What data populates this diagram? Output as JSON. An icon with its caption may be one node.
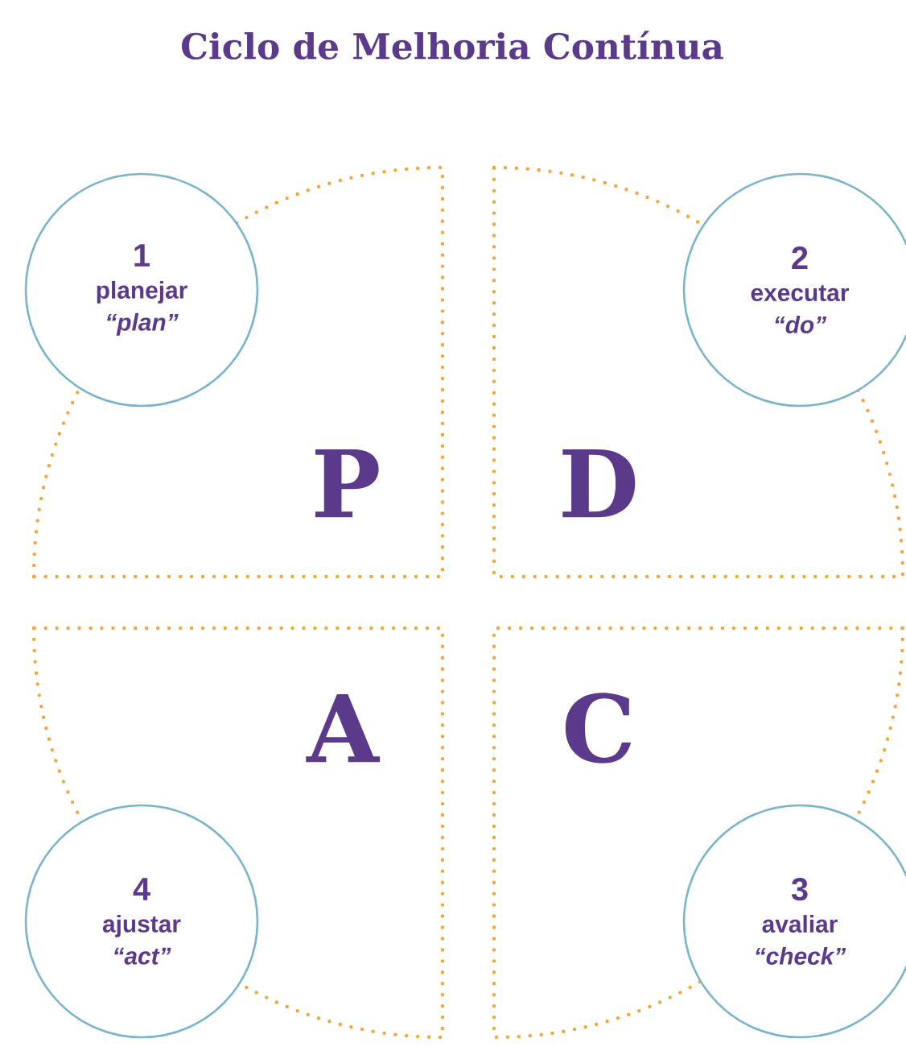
{
  "diagram": {
    "title": "Ciclo de Melhoria Contínua",
    "nodes": [
      {
        "text": [
          "1",
          "planejar",
          "“plan”"
        ]
      },
      {
        "text": [
          "2",
          "executar",
          "“do”"
        ]
      },
      {
        "text": [
          "P"
        ]
      },
      {
        "text": [
          "D"
        ]
      },
      {
        "text": [
          "A"
        ]
      },
      {
        "text": [
          "C"
        ]
      },
      {
        "text": [
          "4",
          "ajustar",
          "“act”"
        ]
      },
      {
        "text": [
          "3",
          "avaliar",
          "“check”"
        ]
      }
    ]
  }
}
